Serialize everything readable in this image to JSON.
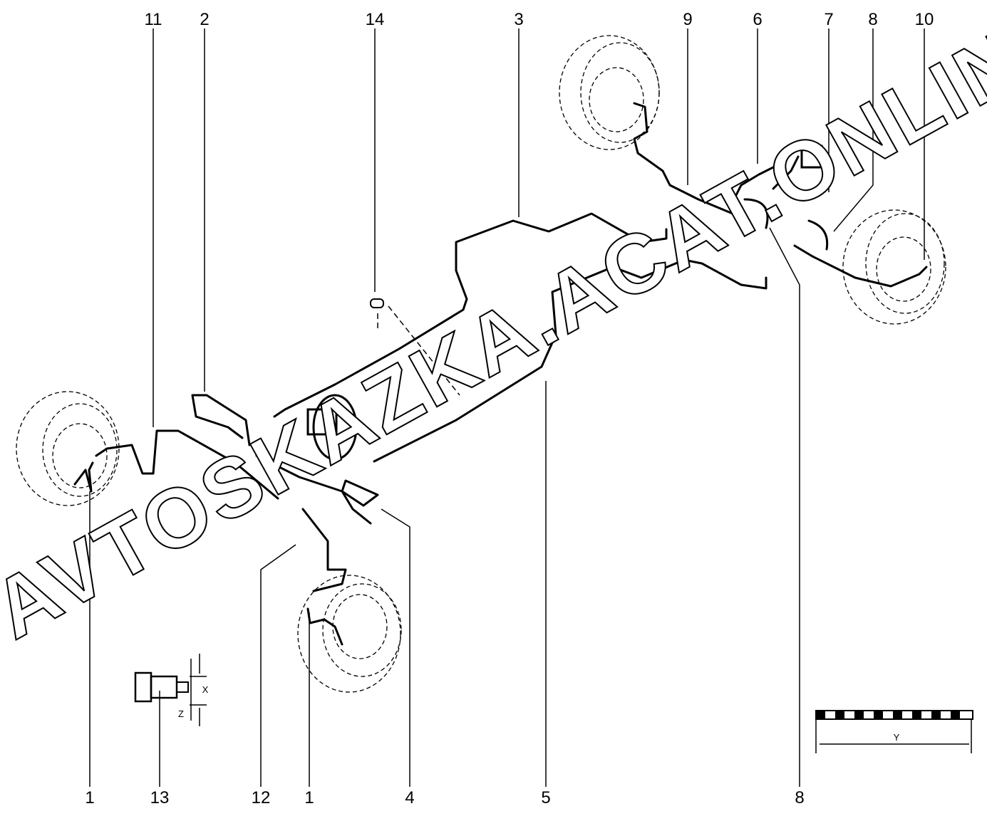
{
  "diagram": {
    "title": "Brake lines layout",
    "top_callouts": [
      "11",
      "2",
      "14",
      "3",
      "9",
      "6",
      "7",
      "8",
      "10"
    ],
    "bottom_callouts": [
      "1",
      "13",
      "12",
      "1",
      "4",
      "5",
      "8"
    ],
    "detail_labels": {
      "x": "X",
      "z": "Z",
      "y": "Y"
    },
    "watermark": "AVTOSKAZKA.ACAT.ONLINE"
  }
}
